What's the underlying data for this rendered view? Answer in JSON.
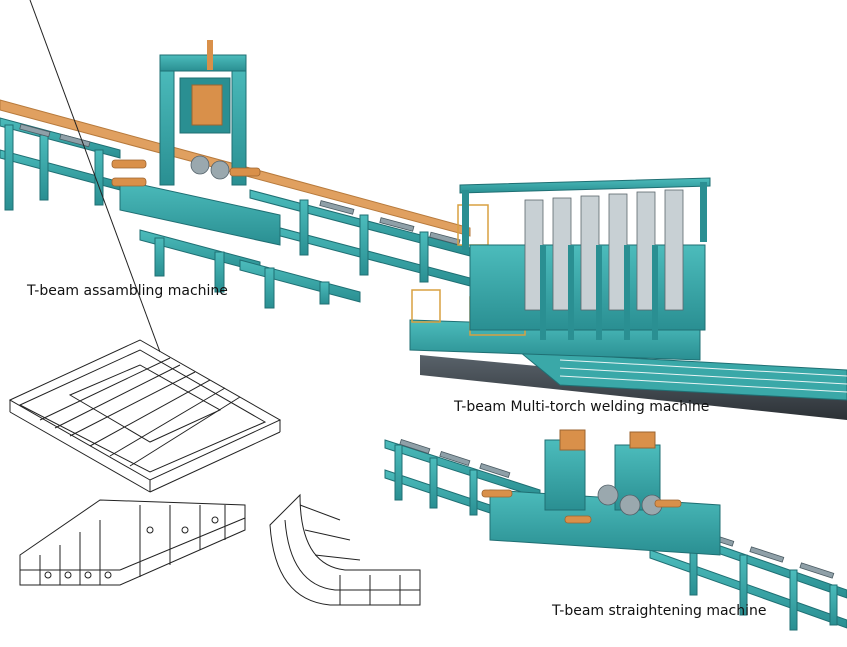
{
  "labels": {
    "assembling": "T-beam assambling machine",
    "welding": "T-beam Multi-torch welding machine",
    "straightening": "T-beam straightening machine"
  },
  "colors": {
    "machine_teal": "#3aa8a8",
    "machine_teal_dark": "#1f6f73",
    "accent_orange": "#d9904a",
    "beam_orange": "#e0a060",
    "rail_dark": "#3a3f44",
    "sketch_line": "#222222"
  }
}
